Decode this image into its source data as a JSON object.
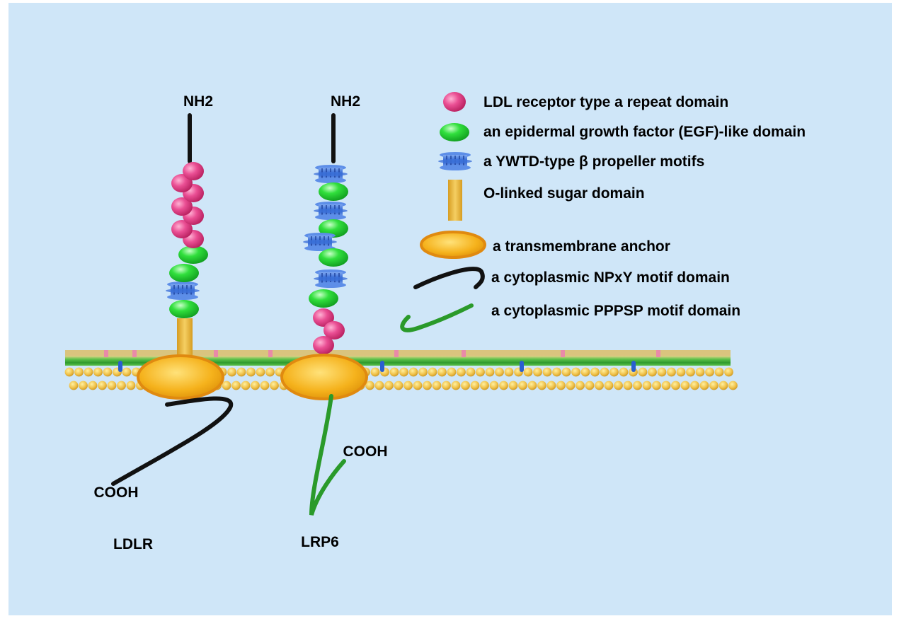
{
  "terminals": {
    "ldlr_n": "NH2",
    "lrp6_n": "NH2",
    "ldlr_c": "COOH",
    "lrp6_c": "COOH"
  },
  "receptors": {
    "ldlr": "LDLR",
    "lrp6": "LRP6"
  },
  "legend": [
    {
      "id": "ldl-repeat",
      "label": "LDL receptor type a repeat domain",
      "icon": "pink-sphere-icon",
      "color": "#e8508f"
    },
    {
      "id": "egf",
      "label": "an epidermal growth factor (EGF)-like domain",
      "icon": "green-ellipsoid-icon",
      "color": "#2ecf3a"
    },
    {
      "id": "ywtd",
      "label": "a YWTD-type β propeller motifs",
      "icon": "blue-propeller-icon",
      "color": "#3a72d8"
    },
    {
      "id": "olinked",
      "label": "O-linked sugar domain",
      "icon": "gold-bar-icon",
      "color": "#e6b640"
    },
    {
      "id": "tm",
      "label": "a transmembrane anchor",
      "icon": "orange-ellipse-icon",
      "color": "#f5a623"
    },
    {
      "id": "npxy",
      "label": "a cytoplasmic NPxY motif domain",
      "icon": "black-curve-icon",
      "color": "#111111"
    },
    {
      "id": "pppsp",
      "label": "a cytoplasmic PPPSP motif domain",
      "icon": "green-curve-icon",
      "color": "#2a9a2a"
    }
  ]
}
